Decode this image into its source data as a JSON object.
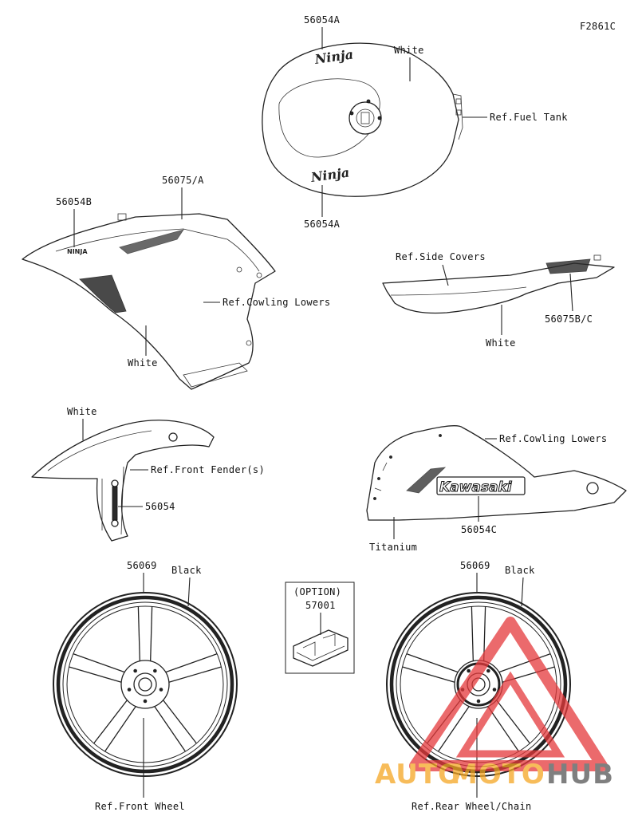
{
  "figure_code": "F2861C",
  "labels": {
    "tank_part": "56054A",
    "tank_color": "White",
    "tank_ref": "Ref.Fuel Tank",
    "tank_part_lower": "56054A",
    "cowl_part_b": "56054B",
    "cowl_part_75a": "56075/A",
    "cowl_ref": "Ref.Cowling Lowers",
    "cowl_color": "White",
    "side_ref": "Ref.Side Covers",
    "side_part": "56075B/C",
    "side_color": "White",
    "fender_color": "White",
    "fender_ref": "Ref.Front Fender(s)",
    "fender_part": "56054",
    "lower_ref": "Ref.Cowling Lowers",
    "lower_part": "56054C",
    "lower_color": "Titanium",
    "lower_brand": "Kawasaki",
    "tank_logo": "Ninja",
    "tank_logo_2": "Ninja",
    "front_part": "56069",
    "front_color": "Black",
    "front_ref": "Ref.Front Wheel",
    "option_title": "(OPTION)",
    "option_part": "57001",
    "rear_part": "56069",
    "rear_color": "Black",
    "rear_ref": "Ref.Rear Wheel/Chain"
  },
  "watermark": {
    "text_a": "AUTO",
    "text_b": "MOTO",
    "text_c": "HUB",
    "color_orange": "#f5a623",
    "color_red": "#e5393b",
    "color_gray": "#555555"
  }
}
